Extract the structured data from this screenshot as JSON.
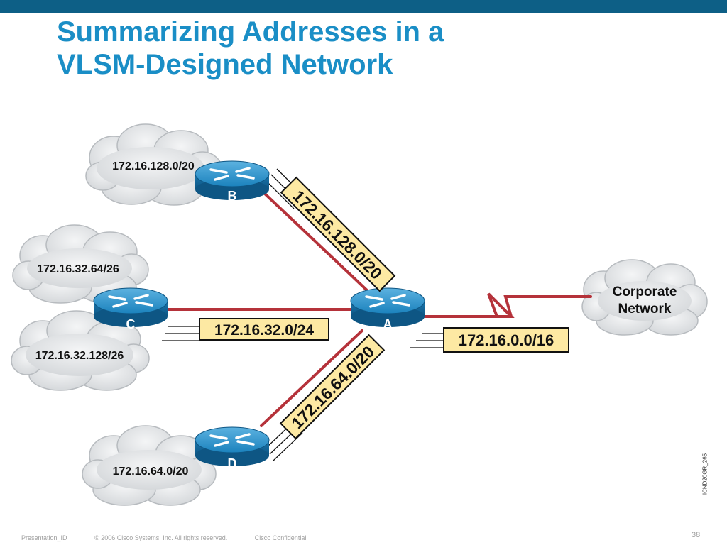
{
  "title": {
    "line1": "Summarizing Addresses in a",
    "line2": "VLSM-Designed Network"
  },
  "clouds": {
    "b": "172.16.128.0/20",
    "c_upper": "172.16.32.64/26",
    "c_lower": "172.16.32.128/26",
    "d": "172.16.64.0/20",
    "corporate_line1": "Corporate",
    "corporate_line2": "Network"
  },
  "routers": {
    "a": "A",
    "b": "B",
    "c": "C",
    "d": "D"
  },
  "summaries": {
    "b_to_a": "172.16.128.0/20",
    "c_to_a": "172.16.32.0/24",
    "d_to_a": "172.16.64.0/20",
    "a_to_corporate": "172.16.0.0/16"
  },
  "footer": {
    "presentation_id": "Presentation_ID",
    "copyright": "© 2006 Cisco Systems, Inc. All rights reserved.",
    "confidential": "Cisco Confidential",
    "slide_number": "38",
    "figure_code": "ICND20GR_265"
  },
  "colors": {
    "title": "#1a8ec6",
    "top_bar": "#0d5f86",
    "link": "#b5323a",
    "router": "#1b7fb8",
    "cloud_fill": "#e4e6e8",
    "label_fill": "#fde9a3"
  }
}
